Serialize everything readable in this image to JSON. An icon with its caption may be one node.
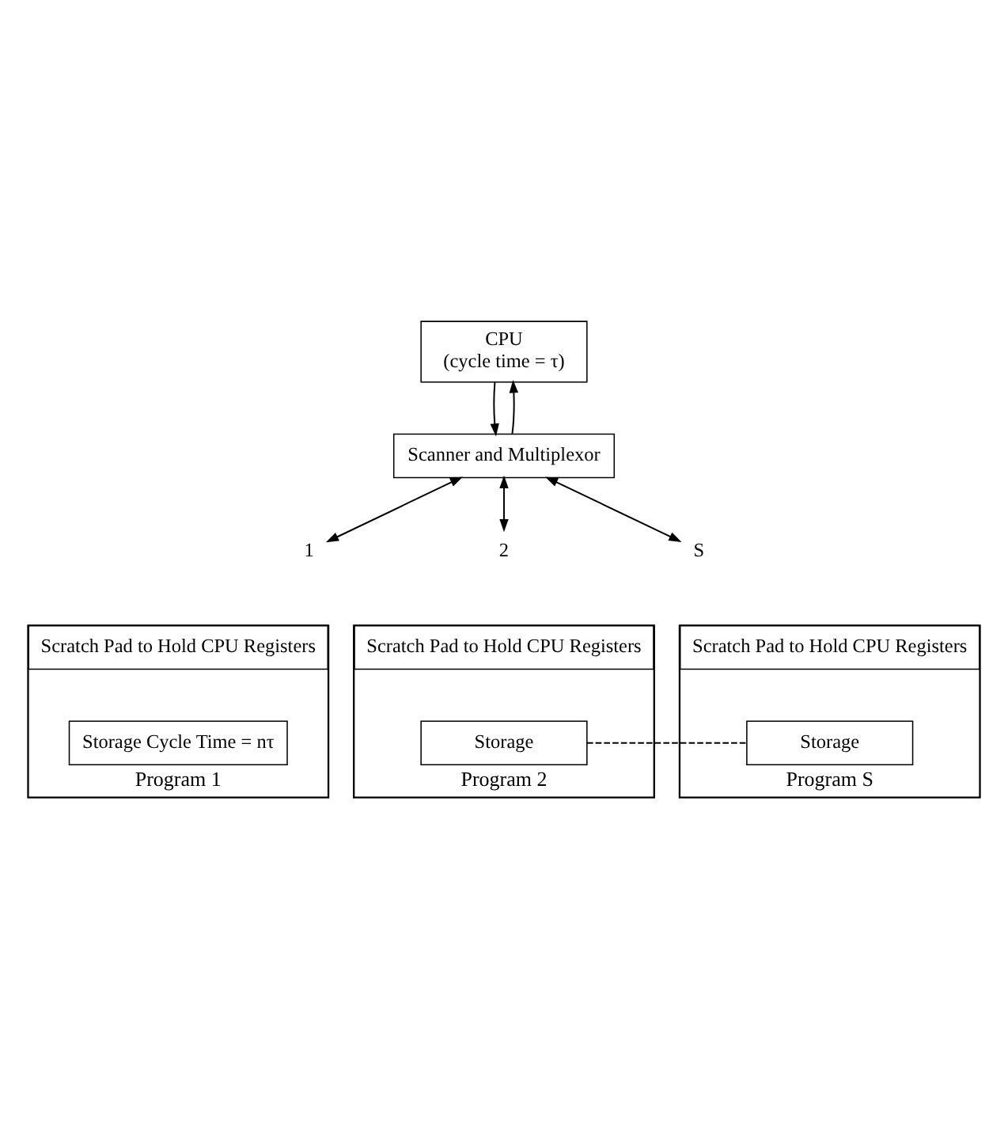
{
  "diagram": {
    "nodes": [
      {
        "text": [
          "CPU",
          "(cycle time = τ)"
        ]
      },
      {
        "text": [
          "Scanner and Multiplexor"
        ]
      },
      {
        "text": [
          "1"
        ]
      },
      {
        "text": [
          "2"
        ]
      },
      {
        "text": [
          "S"
        ]
      },
      {
        "text": [],
        "shape": "box",
        "beside": [
          "Program 1"
        ]
      },
      {
        "text": [
          "Scratch Pad to Hold CPU Registers"
        ],
        "in": 5
      },
      {
        "text": [
          "Storage Cycle Time = nτ"
        ],
        "in": 5
      },
      {
        "text": [],
        "shape": "box",
        "beside": [
          "Program 2"
        ]
      },
      {
        "text": [
          "Scratch Pad to Hold CPU Registers"
        ],
        "in": 8
      },
      {
        "text": [
          "Storage"
        ],
        "in": 8
      },
      {
        "text": [],
        "shape": "box",
        "beside": [
          "Program S"
        ]
      },
      {
        "text": [
          "Scratch Pad to Hold CPU Registers"
        ],
        "in": 11
      },
      {
        "text": [
          "Storage"
        ],
        "in": 11
      }
    ],
    "edges": [
      {
        "from": 1,
        "to": 0,
        "arrow": "to"
      },
      {
        "from": 0,
        "to": 1,
        "arrow": "to"
      },
      {
        "from": 1,
        "to": 2,
        "arrow": "both"
      },
      {
        "from": 1,
        "to": 3,
        "arrow": "both"
      },
      {
        "from": 1,
        "to": 4,
        "arrow": "both"
      },
      {
        "from": 10,
        "to": 13,
        "arrow": "none",
        "style": "dashed"
      }
    ]
  }
}
